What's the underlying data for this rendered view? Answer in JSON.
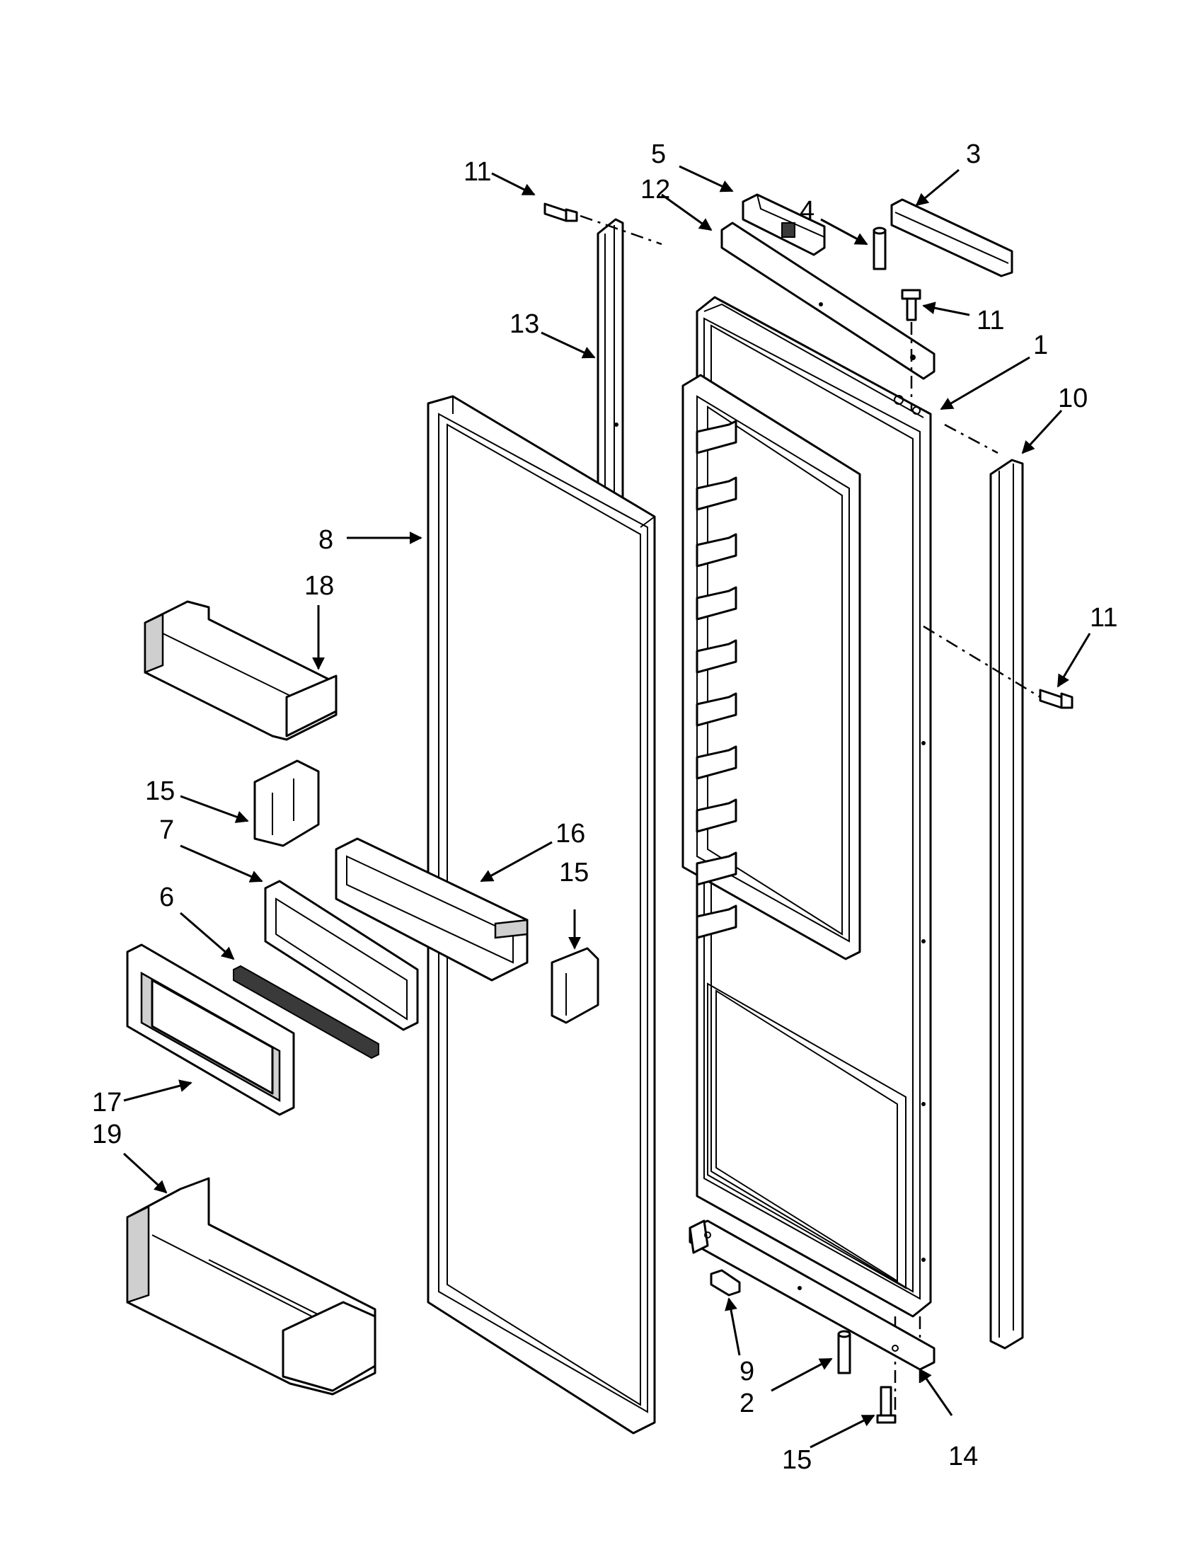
{
  "callouts": [
    {
      "id": "c-11-top-left",
      "text": "11"
    },
    {
      "id": "c-5",
      "text": "5"
    },
    {
      "id": "c-12",
      "text": "12"
    },
    {
      "id": "c-3",
      "text": "3"
    },
    {
      "id": "c-4",
      "text": "4"
    },
    {
      "id": "c-11-top-right",
      "text": "11"
    },
    {
      "id": "c-13",
      "text": "13"
    },
    {
      "id": "c-1",
      "text": "1"
    },
    {
      "id": "c-10",
      "text": "10"
    },
    {
      "id": "c-8",
      "text": "8"
    },
    {
      "id": "c-18",
      "text": "18"
    },
    {
      "id": "c-11-right",
      "text": "11"
    },
    {
      "id": "c-15-left",
      "text": "15"
    },
    {
      "id": "c-7",
      "text": "7"
    },
    {
      "id": "c-16",
      "text": "16"
    },
    {
      "id": "c-15-mid",
      "text": "15"
    },
    {
      "id": "c-6",
      "text": "6"
    },
    {
      "id": "c-17",
      "text": "17"
    },
    {
      "id": "c-19",
      "text": "19"
    },
    {
      "id": "c-9",
      "text": "9"
    },
    {
      "id": "c-2",
      "text": "2"
    },
    {
      "id": "c-15-bottom",
      "text": "15"
    },
    {
      "id": "c-14",
      "text": "14"
    }
  ]
}
